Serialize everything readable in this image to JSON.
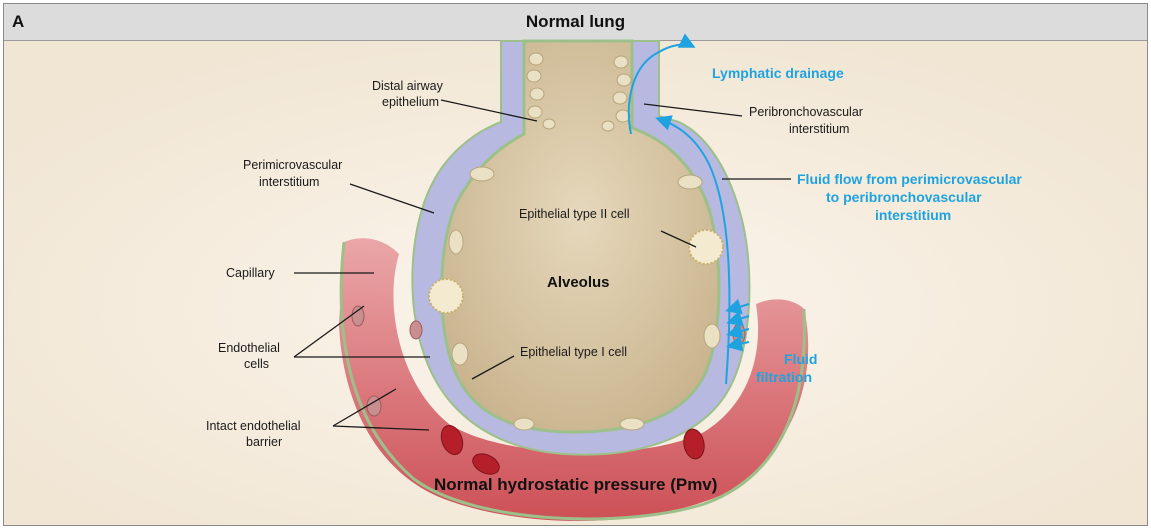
{
  "panel": {
    "letter": "A",
    "title": "Normal lung"
  },
  "labels": {
    "distal_airway": [
      "Distal airway",
      "epithelium"
    ],
    "perimicrovascular": [
      "Perimicrovascular",
      "interstitium"
    ],
    "capillary": "Capillary",
    "endothelial_cells": [
      "Endothelial",
      "cells"
    ],
    "intact_barrier": [
      "Intact endothelial",
      "barrier"
    ],
    "lymphatic": "Lymphatic drainage",
    "peribronchovascular": [
      "Peribronchovascular",
      "interstitium"
    ],
    "fluid_flow": [
      "Fluid flow from perimicrovascular",
      "to peribronchovascular",
      "interstitium"
    ],
    "type2": "Epithelial type II cell",
    "alveolus": "Alveolus",
    "type1": "Epithelial type I cell",
    "fluid_filtration": [
      "Fluid",
      "filtration"
    ],
    "bottom": "Normal hydrostatic pressure (Pmv)"
  },
  "colors": {
    "background": "#f8f1e6",
    "header": "#dcdcdc",
    "alveolus": "#d8c7a8",
    "interstitium": "#b7b9e0",
    "capillary": "#d9656b",
    "epithelium": "#9dc08a",
    "callout_blue": "#1fa3e0"
  }
}
